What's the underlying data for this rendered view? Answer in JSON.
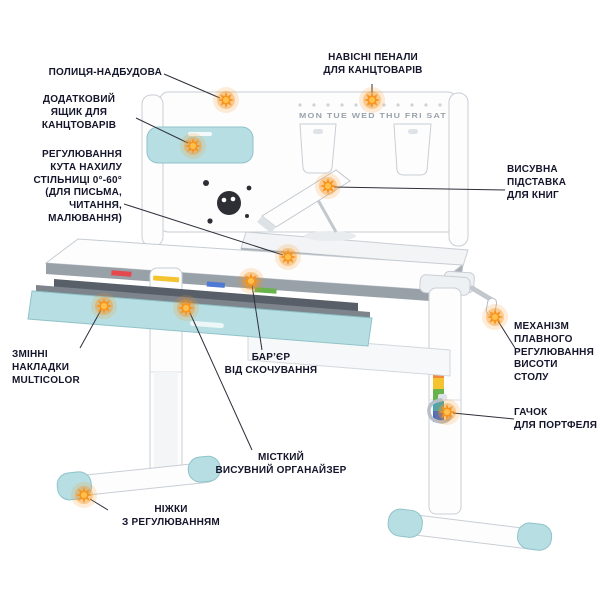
{
  "colors": {
    "accent_orange": "#f7941d",
    "desk_mint": "#b7dfe3",
    "label_text": "#15152b",
    "connector_line": "#2e2e3a"
  },
  "labels": {
    "shelf": "ПОЛИЦЯ-НАДБУДОВА",
    "extra_drawer": "ДОДАТКОВИЙ\nЯЩИК ДЛЯ\nКАНЦТОВАРІВ",
    "tilt": "РЕГУЛЮВАННЯ\nКУТА НАХИЛУ\nСТІЛЬНИЦІ 0°-60°\n(ДЛЯ ПИСЬМА,\nЧИТАННЯ,\nМАЛЮВАННЯ)",
    "pencil_cases": "НАВІСНІ ПЕНАЛИ\nДЛЯ КАНЦТОВАРІВ",
    "book_stand": "ВИСУВНА\nПІДСТАВКА\nДЛЯ КНИГ",
    "mechanism": "МЕХАНІЗМ\nПЛАВНОГО\nРЕГУЛЮВАННЯ\nВИСОТИ\nСТОЛУ",
    "hook": "ГАЧОК\nДЛЯ ПОРТФЕЛЯ",
    "pads": "ЗМІННІ\nНАКЛАДКИ\nMULTICOLOR",
    "barrier": "БАР’ЄР\nВІД СКОЧУВАННЯ",
    "organizer": "МІСТКИЙ\nВИСУВНИЙ ОРГАНАЙЗЕР",
    "feet": "НІЖКИ\nЗ РЕГУЛЮВАННЯМ"
  },
  "desk": {
    "days_text": "MON TUE WED THU FRI SAT"
  }
}
